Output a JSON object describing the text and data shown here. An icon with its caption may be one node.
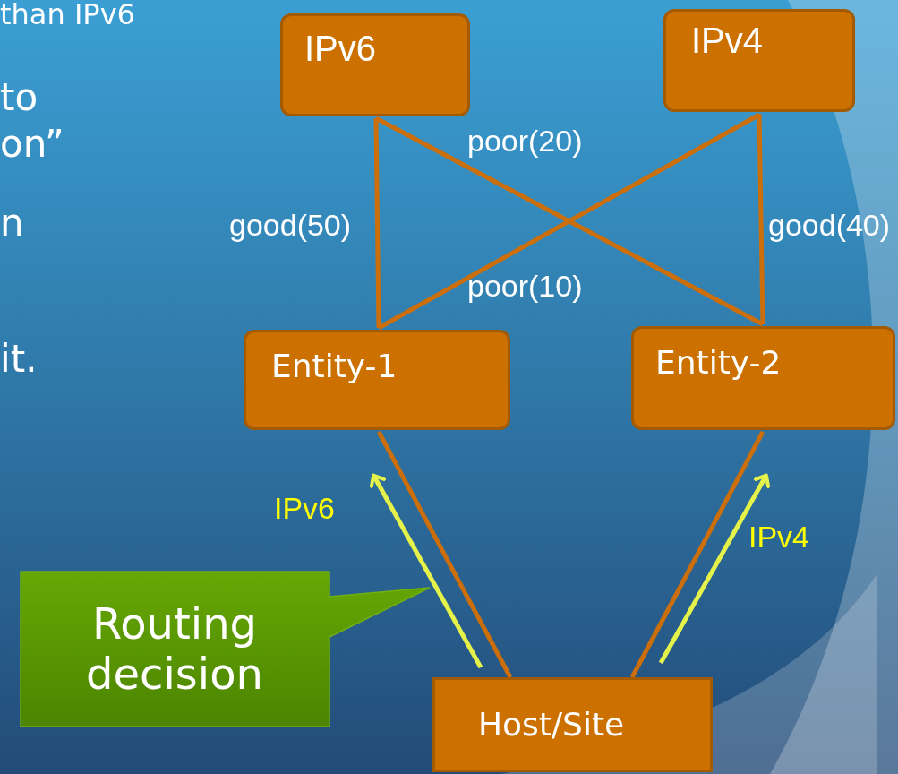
{
  "diagram": {
    "nodes": [
      {
        "text": [
          "IPv6"
        ]
      },
      {
        "text": [
          "IPv4"
        ]
      },
      {
        "text": [
          "Entity-1"
        ]
      },
      {
        "text": [
          "Entity-2"
        ]
      },
      {
        "text": [
          "Host/Site"
        ]
      },
      {
        "text": [
          "Routing decision"
        ]
      }
    ],
    "edges": [
      {
        "from": 0,
        "to": 2,
        "arrow": "none",
        "label": "good(50)"
      },
      {
        "from": 0,
        "to": 3,
        "arrow": "none",
        "label": "poor(20)"
      },
      {
        "from": 1,
        "to": 2,
        "arrow": "none",
        "label": "poor(10)"
      },
      {
        "from": 1,
        "to": 3,
        "arrow": "none",
        "label": "good(40)"
      },
      {
        "from": 4,
        "to": 2,
        "arrow": "none"
      },
      {
        "from": 4,
        "to": 3,
        "arrow": "none"
      },
      {
        "from": 4,
        "to": 2,
        "arrow": "to",
        "label": "IPv6",
        "color": "#e4f24a"
      },
      {
        "from": 4,
        "to": 3,
        "arrow": "to",
        "label": "IPv4",
        "color": "#e4f24a"
      }
    ],
    "labels": [
      "than IPv6",
      "to",
      "on”",
      "n",
      "it."
    ]
  }
}
